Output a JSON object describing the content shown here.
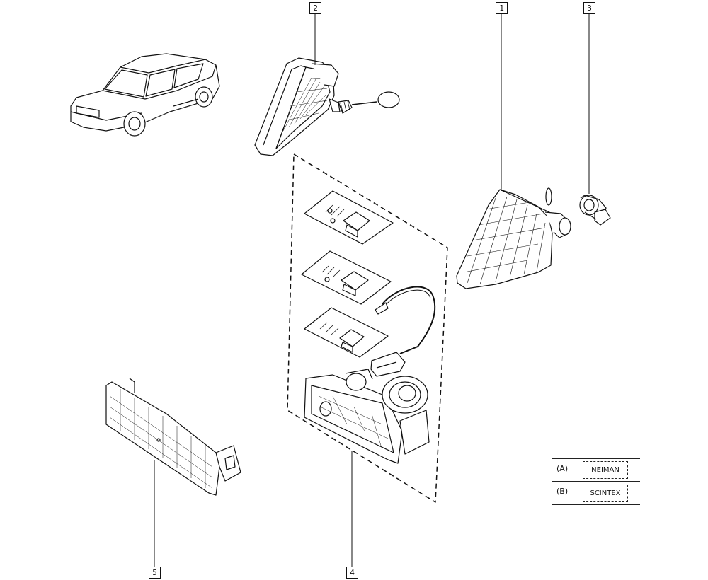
{
  "callouts": {
    "c1": "1",
    "c2": "2",
    "c3": "3",
    "c4": "4",
    "c5": "5"
  },
  "legend": {
    "rows": [
      {
        "key": "(A)",
        "value": "NEIMAN"
      },
      {
        "key": "(B)",
        "value": "SCINTEX"
      }
    ]
  }
}
